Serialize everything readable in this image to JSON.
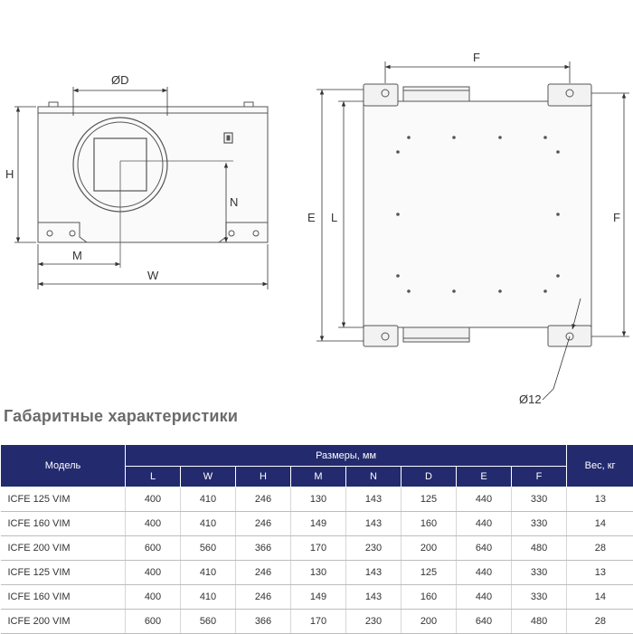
{
  "drawing": {
    "labels": {
      "diameter": "ØD",
      "height": "H",
      "n": "N",
      "m": "M",
      "width": "W",
      "f_top": "F",
      "f_side": "F",
      "e": "E",
      "l": "L",
      "hole": "Ø12"
    }
  },
  "title": "Габаритные характеристики",
  "table": {
    "model_header": "Модель",
    "dims_header": "Размеры, мм",
    "weight_header": "Вес, кг",
    "columns": [
      "L",
      "W",
      "H",
      "M",
      "N",
      "D",
      "E",
      "F"
    ],
    "rows": [
      {
        "model": "ICFE 125 VIM",
        "values": [
          "400",
          "410",
          "246",
          "130",
          "143",
          "125",
          "440",
          "330"
        ],
        "weight": "13"
      },
      {
        "model": "ICFE 160 VIM",
        "values": [
          "400",
          "410",
          "246",
          "149",
          "143",
          "160",
          "440",
          "330"
        ],
        "weight": "14"
      },
      {
        "model": "ICFE 200 VIM",
        "values": [
          "600",
          "560",
          "366",
          "170",
          "230",
          "200",
          "640",
          "480"
        ],
        "weight": "28"
      },
      {
        "model": "ICFE 125 VIM",
        "values": [
          "400",
          "410",
          "246",
          "130",
          "143",
          "125",
          "440",
          "330"
        ],
        "weight": "13"
      },
      {
        "model": "ICFE 160 VIM",
        "values": [
          "400",
          "410",
          "246",
          "149",
          "143",
          "160",
          "440",
          "330"
        ],
        "weight": "14"
      },
      {
        "model": "ICFE 200 VIM",
        "values": [
          "600",
          "560",
          "366",
          "170",
          "230",
          "200",
          "640",
          "480"
        ],
        "weight": "28"
      }
    ]
  }
}
